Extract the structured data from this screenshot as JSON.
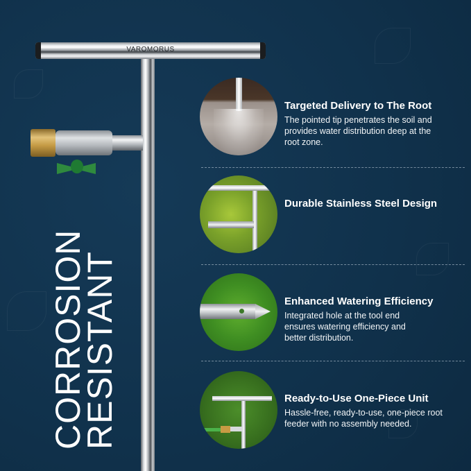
{
  "product": {
    "brand_label": "VAROMORUS",
    "headline_line1": "CORROSION",
    "headline_line2": "RESISTANT"
  },
  "colors": {
    "background": "#10304a",
    "text": "#ffffff",
    "divider": "#c8d6e2"
  },
  "features": [
    {
      "title": "Targeted Delivery to The Root",
      "description": "The pointed tip penetrates the soil and provides water distribution deep at the root zone.",
      "image": "soil-penetration-image"
    },
    {
      "title": "Durable Stainless Steel Design",
      "description": "",
      "image": "steel-tool-on-leaves-image"
    },
    {
      "title": "Enhanced Watering Efficiency",
      "description": "Integrated hole at the tool end ensures watering efficiency and better distribution.",
      "image": "pointed-tip-on-grass-image"
    },
    {
      "title": "Ready-to-Use One-Piece Unit",
      "description": "Hassle-free, ready-to-use, one-piece root feeder with no assembly needed.",
      "image": "tool-with-hose-on-grass-image"
    }
  ]
}
